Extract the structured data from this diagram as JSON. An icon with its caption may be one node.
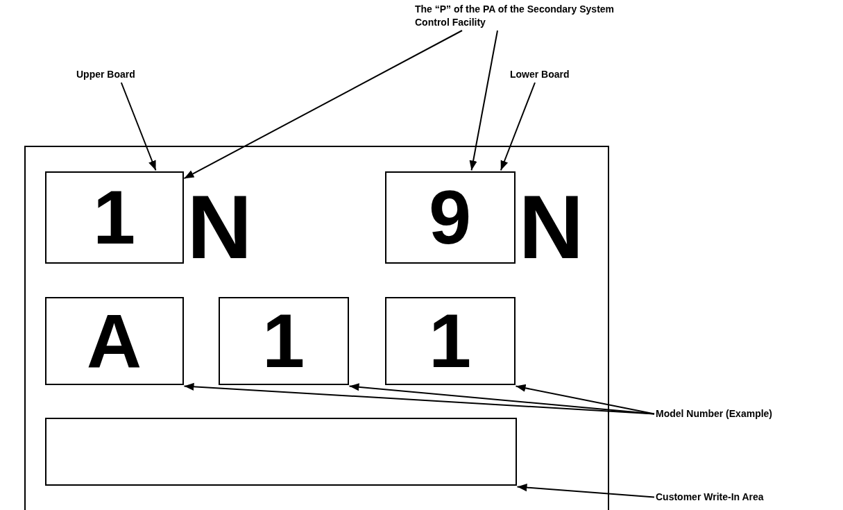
{
  "diagram": {
    "nodes": [
      {
        "text": [],
        "shape": "box"
      },
      {
        "text": [
          "Upper Board"
        ]
      },
      {
        "text": [
          "The “P” of the PA of the Secondary System Control Facility"
        ]
      },
      {
        "text": [
          "Lower Board"
        ]
      },
      {
        "text": [
          "1"
        ],
        "in": 0
      },
      {
        "text": [
          "9"
        ],
        "in": 0
      },
      {
        "text": [
          "A"
        ],
        "in": 0
      },
      {
        "text": [
          "1"
        ],
        "in": 0
      },
      {
        "text": [
          "1"
        ],
        "in": 0
      },
      {
        "text": [],
        "shape": "box",
        "in": 0
      },
      {
        "text": [
          "Model Number (Example)"
        ]
      },
      {
        "text": [
          "Customer Write-In Area"
        ]
      }
    ],
    "edges": [
      {
        "from": 1,
        "to": 4,
        "arrow": "to"
      },
      {
        "from": 2,
        "to": 4,
        "arrow": "to"
      },
      {
        "from": 2,
        "to": 5,
        "arrow": "to"
      },
      {
        "from": 3,
        "to": 5,
        "arrow": "to"
      },
      {
        "from": 10,
        "to": 6,
        "arrow": "to"
      },
      {
        "from": 10,
        "to": 7,
        "arrow": "to"
      },
      {
        "from": 10,
        "to": 8,
        "arrow": "to"
      },
      {
        "from": 11,
        "to": 9,
        "arrow": "to"
      }
    ],
    "labels": [
      "N",
      "N"
    ]
  }
}
